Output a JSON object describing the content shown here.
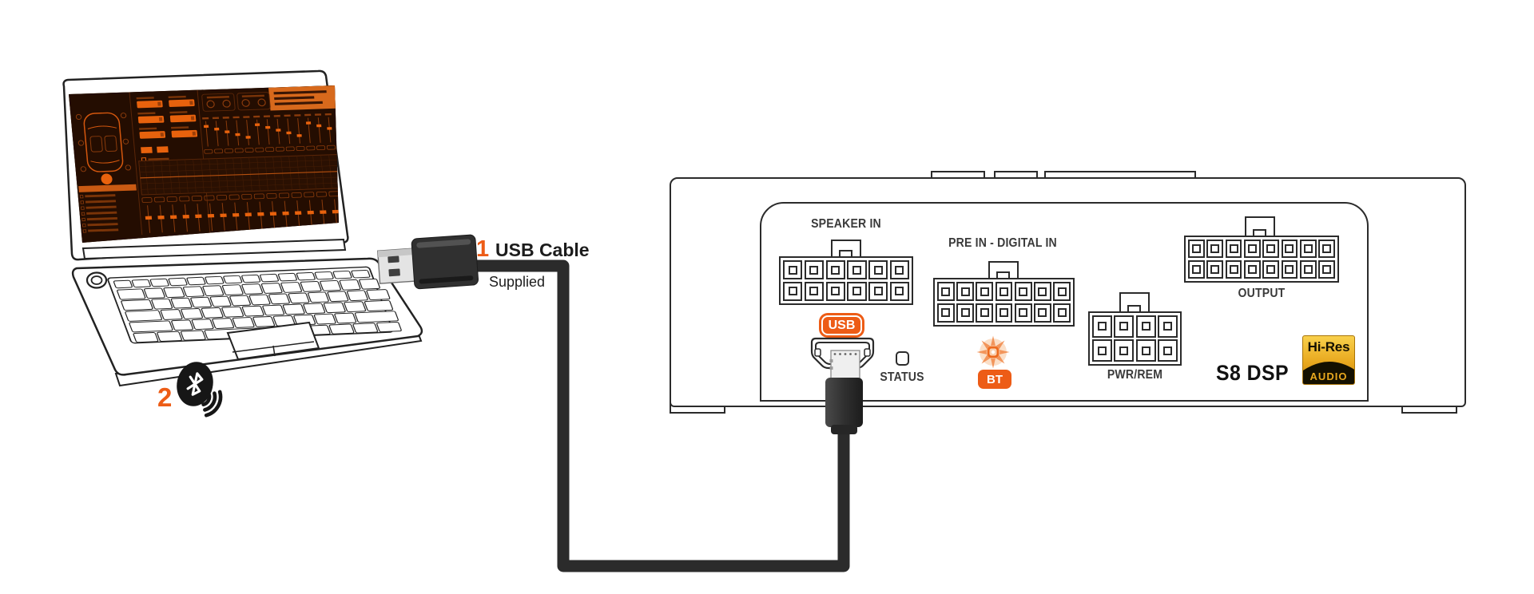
{
  "colors": {
    "accent_orange": "#ED5C16",
    "line_dark": "#2B2B2B",
    "label_gray": "#3A3A3A",
    "screen_bg": "#240D01",
    "screen_orange": "#E8620D",
    "screen_dim_orange": "#8A3B0C",
    "logo_gold": "#E8A81E"
  },
  "callouts": {
    "step1": {
      "number": "1",
      "label": "USB Cable",
      "sub": "Supplied"
    },
    "step2": {
      "number": "2"
    }
  },
  "laptop": {
    "screen": {
      "channel_strips": 13,
      "eq_sliders": 16,
      "list_rows": 7
    }
  },
  "device": {
    "model": "S8 DSP",
    "labels": {
      "speaker_in": "SPEAKER IN",
      "pre_in": "PRE IN - DIGITAL IN",
      "pwr_rem": "PWR/REM",
      "output": "OUTPUT",
      "status": "STATUS"
    },
    "badges": {
      "usb": "USB",
      "bt": "BT"
    },
    "logo": {
      "line1": "Hi-Res",
      "line2": "AUDIO"
    },
    "connectors": [
      {
        "id": "speaker_in",
        "cols": 6,
        "rows": 2
      },
      {
        "id": "pre_in",
        "cols": 7,
        "rows": 2
      },
      {
        "id": "pwr_rem",
        "cols": 4,
        "rows": 2
      },
      {
        "id": "output",
        "cols": 8,
        "rows": 2
      }
    ]
  }
}
